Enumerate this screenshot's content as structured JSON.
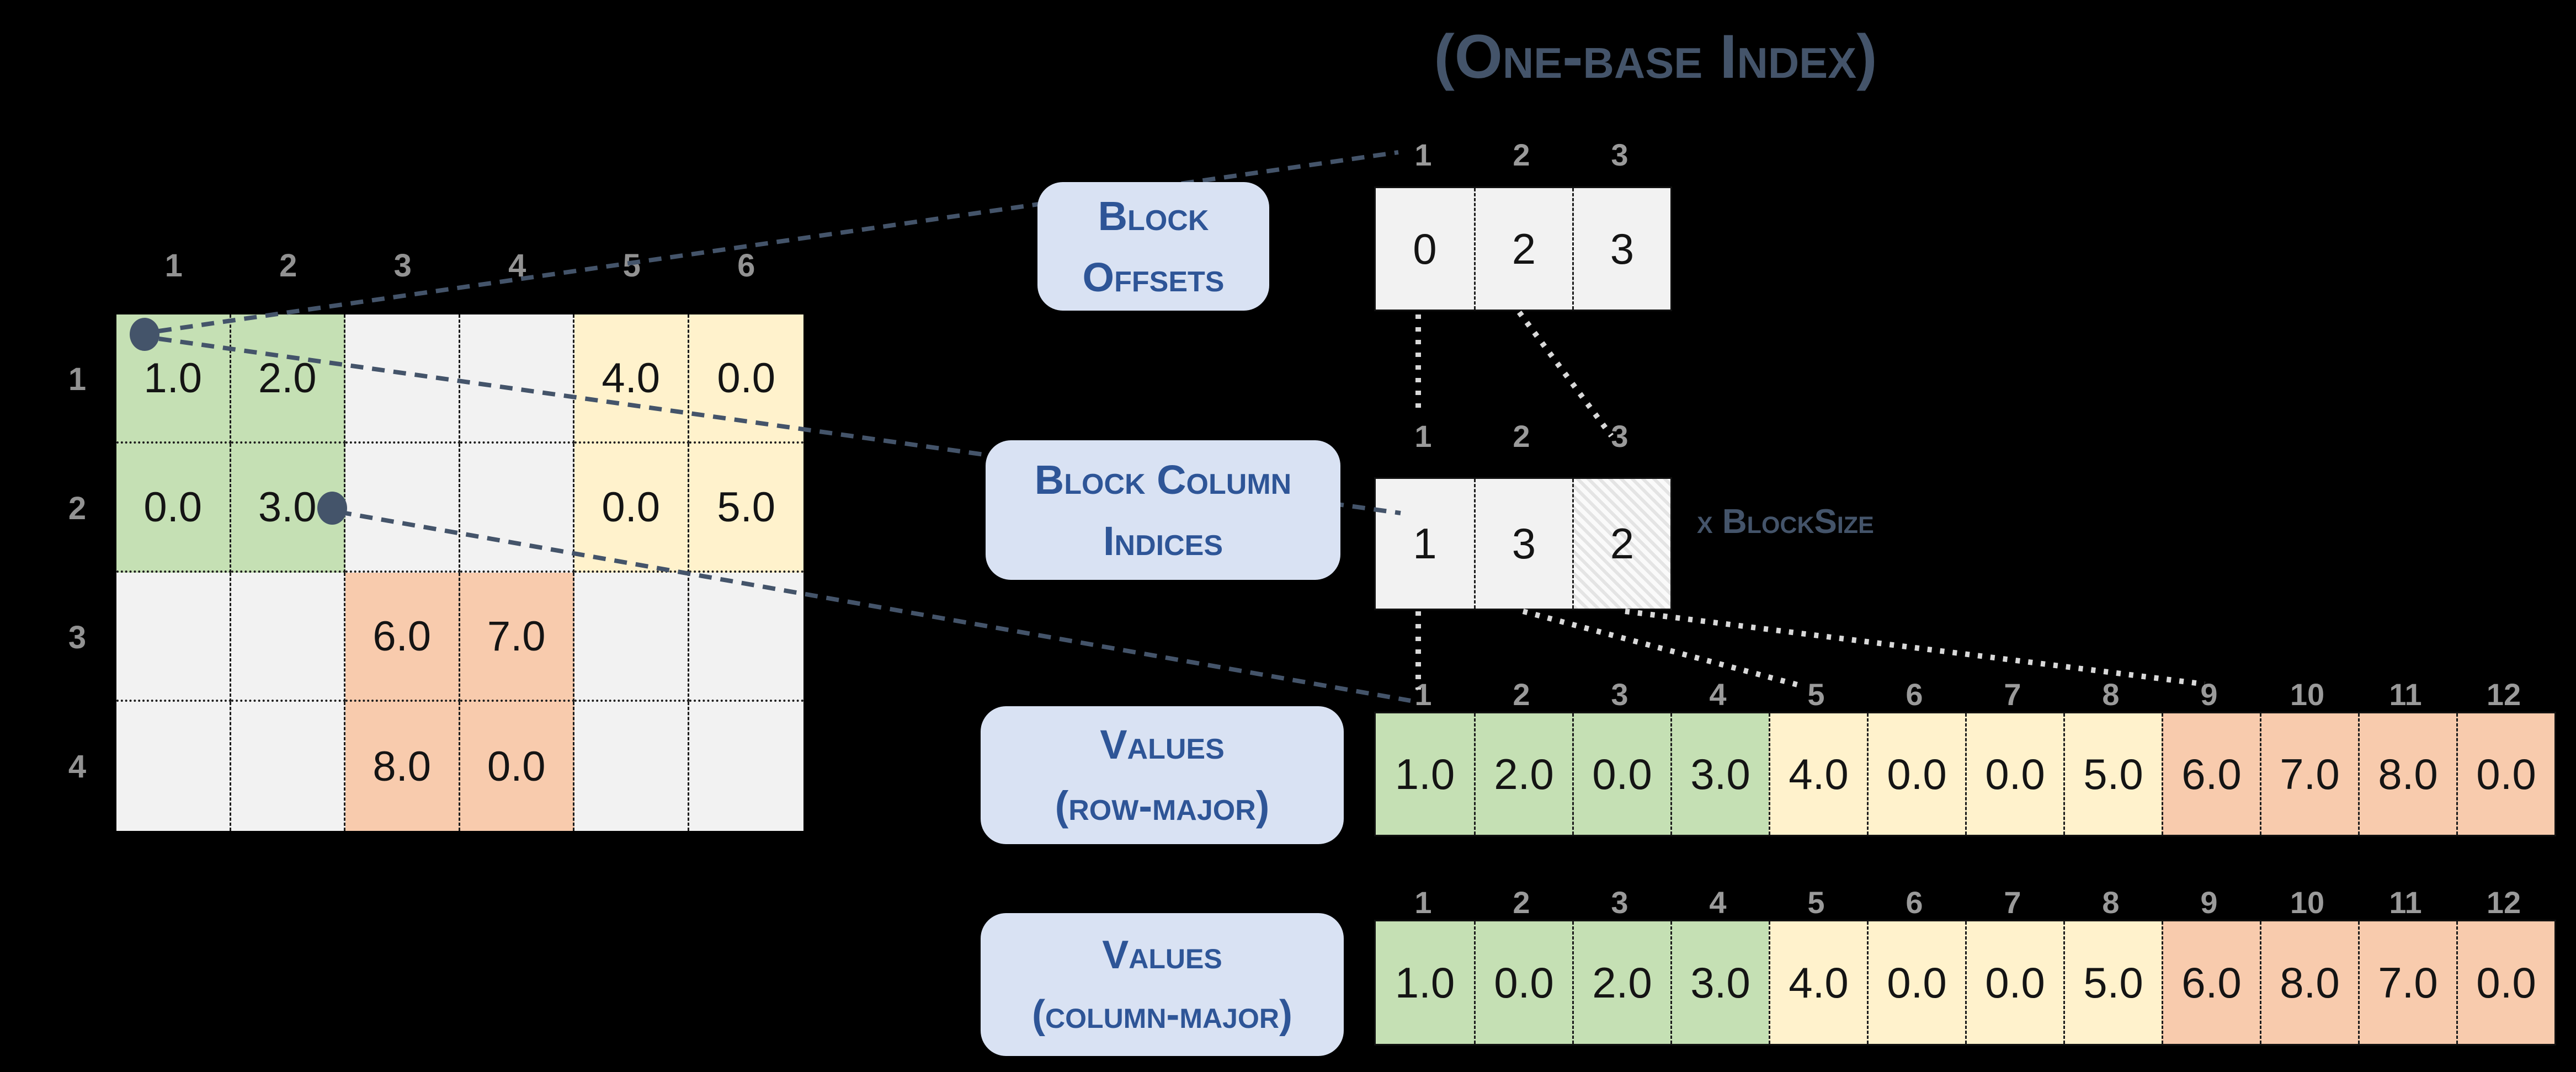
{
  "title": "(One-base Index)",
  "colors": {
    "background": "#000000",
    "block_green": "#c5e0b4",
    "block_yellow": "#fff2cc",
    "block_orange": "#f8cbad",
    "empty_cell_gray": "#f2f2f2",
    "label_box_fill": "#d9e2f3",
    "label_text_blue": "#2e5597",
    "slate_accent": "#44546a",
    "index_gray": "#9a9a9a",
    "connector_navy": "#44546a",
    "connector_light": "#d8d8d8"
  },
  "matrix": {
    "col_labels": [
      "1",
      "2",
      "3",
      "4",
      "5",
      "6"
    ],
    "row_labels": [
      "1",
      "2",
      "3",
      "4"
    ],
    "cells": [
      [
        "1.0",
        "2.0",
        "",
        "",
        "4.0",
        "0.0"
      ],
      [
        "0.0",
        "3.0",
        "",
        "",
        "0.0",
        "5.0"
      ],
      [
        "",
        "",
        "6.0",
        "7.0",
        "",
        ""
      ],
      [
        "",
        "",
        "8.0",
        "0.0",
        "",
        ""
      ]
    ],
    "cell_tones": [
      [
        "g",
        "g",
        "w",
        "w",
        "y",
        "y"
      ],
      [
        "g",
        "g",
        "w",
        "w",
        "y",
        "y"
      ],
      [
        "w",
        "w",
        "o",
        "o",
        "w",
        "w"
      ],
      [
        "w",
        "w",
        "o",
        "o",
        "w",
        "w"
      ]
    ]
  },
  "block_offsets": {
    "label_lines": [
      "Block",
      "Offsets"
    ],
    "indices": [
      "1",
      "2",
      "3"
    ],
    "values": [
      "0",
      "2",
      "3"
    ],
    "cell_tones": [
      "w",
      "w",
      "w"
    ]
  },
  "block_col_indices": {
    "label_lines": [
      "Block Column",
      "Indices"
    ],
    "indices": [
      "1",
      "2",
      "3"
    ],
    "values": [
      "1",
      "3",
      "2"
    ],
    "cell_tones": [
      "w",
      "w",
      "h"
    ],
    "note": "x BlockSize"
  },
  "values_row_major": {
    "label_lines": [
      "Values",
      "(row-major)"
    ],
    "indices": [
      "1",
      "2",
      "3",
      "4",
      "5",
      "6",
      "7",
      "8",
      "9",
      "10",
      "11",
      "12"
    ],
    "values": [
      "1.0",
      "2.0",
      "0.0",
      "3.0",
      "4.0",
      "0.0",
      "0.0",
      "5.0",
      "6.0",
      "7.0",
      "8.0",
      "0.0"
    ],
    "cell_tones": [
      "g",
      "g",
      "g",
      "g",
      "y",
      "y",
      "y",
      "y",
      "o",
      "o",
      "o",
      "o"
    ]
  },
  "values_col_major": {
    "label_lines": [
      "Values",
      "(column-major)"
    ],
    "indices": [
      "1",
      "2",
      "3",
      "4",
      "5",
      "6",
      "7",
      "8",
      "9",
      "10",
      "11",
      "12"
    ],
    "values": [
      "1.0",
      "0.0",
      "2.0",
      "3.0",
      "4.0",
      "0.0",
      "0.0",
      "5.0",
      "6.0",
      "8.0",
      "7.0",
      "0.0"
    ],
    "cell_tones": [
      "g",
      "g",
      "g",
      "g",
      "y",
      "y",
      "y",
      "y",
      "o",
      "o",
      "o",
      "o"
    ]
  }
}
